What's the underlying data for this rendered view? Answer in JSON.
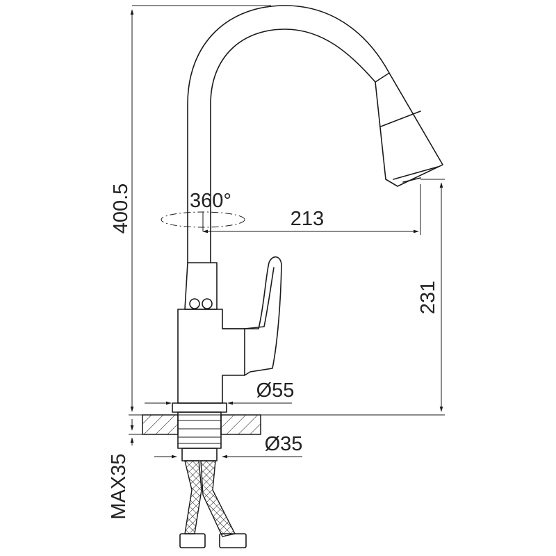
{
  "dimensions": {
    "total_height": "400.5",
    "rotation": "360°",
    "spout_reach": "213",
    "spout_height": "231",
    "base_diameter": "Ø55",
    "mount_hole": "Ø35",
    "max_counter_thickness": "MAX35"
  },
  "colors": {
    "line": "#1a1a1a",
    "background": "#ffffff"
  }
}
